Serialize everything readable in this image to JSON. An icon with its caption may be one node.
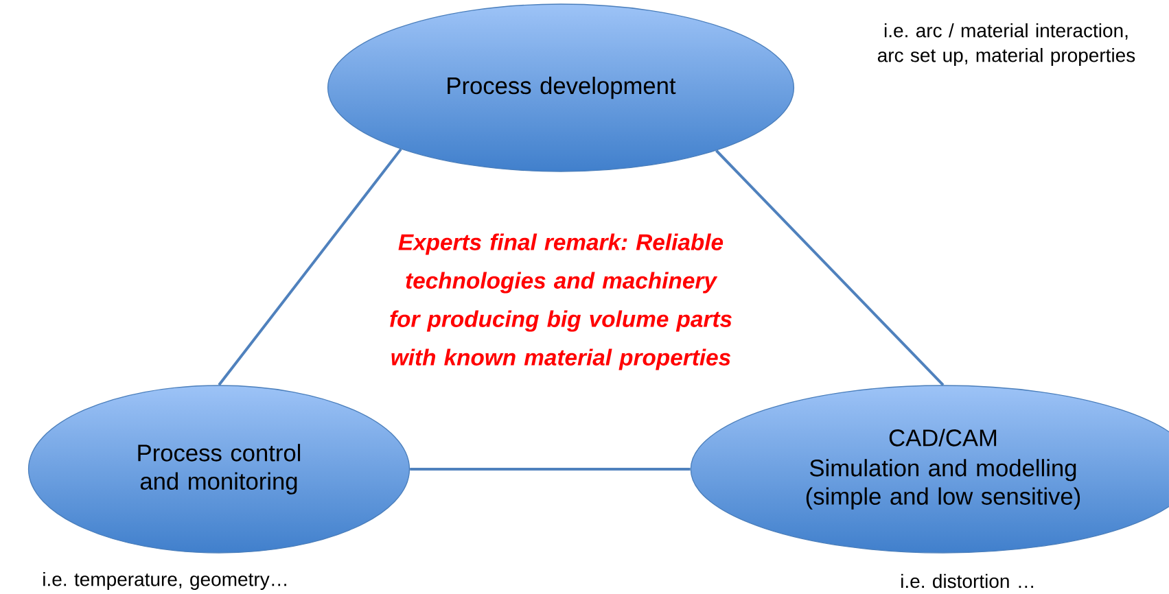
{
  "diagram": {
    "nodes": [
      {
        "text": [
          "Process development"
        ]
      },
      {
        "text": [
          "Process control and monitoring"
        ],
        "beside": [
          "i.e. temperature, geometry…"
        ]
      },
      {
        "text": [
          "CAD/CAM",
          "Simulation and modelling (simple and low sensitive)"
        ],
        "beside": [
          "i.e. distortion …"
        ]
      }
    ],
    "edges": [
      {
        "from": 0,
        "to": 1,
        "arrow": "none"
      },
      {
        "from": 1,
        "to": 2,
        "arrow": "none"
      },
      {
        "from": 0,
        "to": 2,
        "arrow": "none"
      }
    ],
    "labels": [
      "i.e. arc / material interaction, arc set up, material properties",
      "Experts final remark: Reliable technologies and machinery for producing big volume parts with known material properties"
    ]
  }
}
